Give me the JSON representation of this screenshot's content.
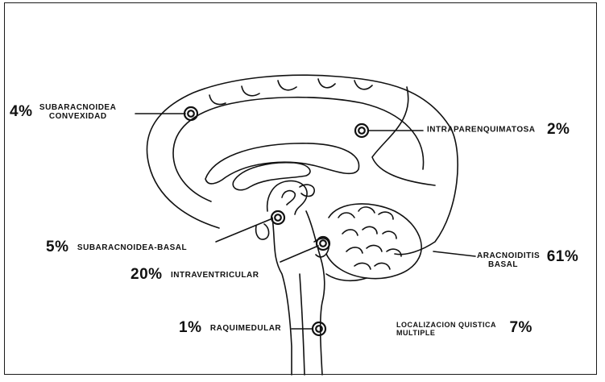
{
  "colors": {
    "ink": "#111111",
    "background": "#ffffff",
    "frame": "#1a1a1a"
  },
  "labels": {
    "subaracnoidea_convexidad": {
      "percent": "4%",
      "line1": "SUBARACNOIDEA",
      "line2": "CONVEXIDAD"
    },
    "intraparenquimatosa": {
      "percent": "2%",
      "text": "INTRAPARENQUIMATOSA"
    },
    "subaracnoidea_basal": {
      "percent": "5%",
      "text": "SUBARACNOIDEA-BASAL"
    },
    "intraventricular": {
      "percent": "20%",
      "text": "INTRAVENTRICULAR"
    },
    "aracnoiditis_basal": {
      "percent": "61%",
      "line1": "ARACNOIDITIS",
      "line2": "BASAL"
    },
    "raquimedular": {
      "percent": "1%",
      "text": "RAQUIMEDULAR"
    },
    "localizacion_multiple": {
      "percent": "7%",
      "line1": "LOCALIZACION QUISTICA",
      "line2": "MULTIPLE"
    }
  }
}
